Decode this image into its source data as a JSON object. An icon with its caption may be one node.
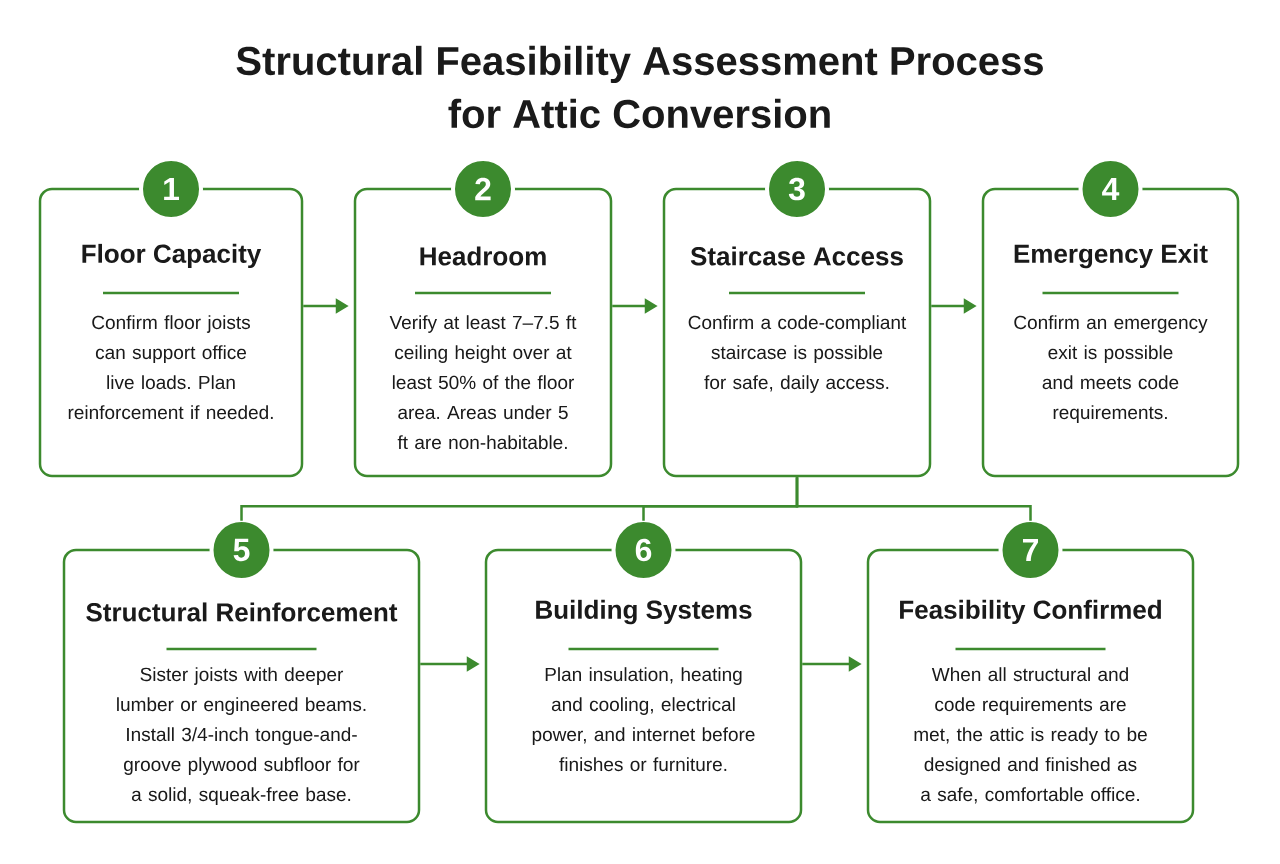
{
  "diagram": {
    "title": "Structural Feasibility Assessment Process for Attic Conversion",
    "nodes": [
      {
        "text": [
          "1",
          "Floor Capacity",
          "Confirm floor joists can support office live loads. Plan reinforcement if needed."
        ]
      },
      {
        "text": [
          "2",
          "Headroom",
          "Verify at least 7–7.5 ft ceiling height over at least 50% of the floor area. Areas under 5 ft are non-habitable."
        ]
      },
      {
        "text": [
          "3",
          "Staircase Access",
          "Confirm a code-compliant staircase is possible for safe, daily access."
        ]
      },
      {
        "text": [
          "4",
          "Emergency Exit",
          "Confirm an emergency exit is possible and meets code requirements."
        ]
      },
      {
        "text": [
          "5",
          "Structural Reinforcement",
          "Sister joists with deeper lumber or engineered beams. Install 3/4-inch tongue-and-groove plywood subfloor for a solid, squeak-free base."
        ]
      },
      {
        "text": [
          "6",
          "Building Systems",
          "Plan insulation, heating and cooling, electrical power, and internet before finishes or furniture."
        ]
      },
      {
        "text": [
          "7",
          "Feasibility Confirmed",
          "When all structural and code requirements are met, the attic is ready to be designed and finished as a safe, comfortable office."
        ]
      }
    ],
    "edges": [
      {
        "from": 0,
        "to": 1,
        "arrow": "to"
      },
      {
        "from": 1,
        "to": 2,
        "arrow": "to"
      },
      {
        "from": 2,
        "to": 3,
        "arrow": "to"
      },
      {
        "from": 2,
        "to": 4,
        "arrow": "none"
      },
      {
        "from": 2,
        "to": 5,
        "arrow": "none"
      },
      {
        "from": 2,
        "to": 6,
        "arrow": "none"
      },
      {
        "from": 4,
        "to": 5,
        "arrow": "to"
      },
      {
        "from": 5,
        "to": 6,
        "arrow": "to"
      }
    ]
  }
}
